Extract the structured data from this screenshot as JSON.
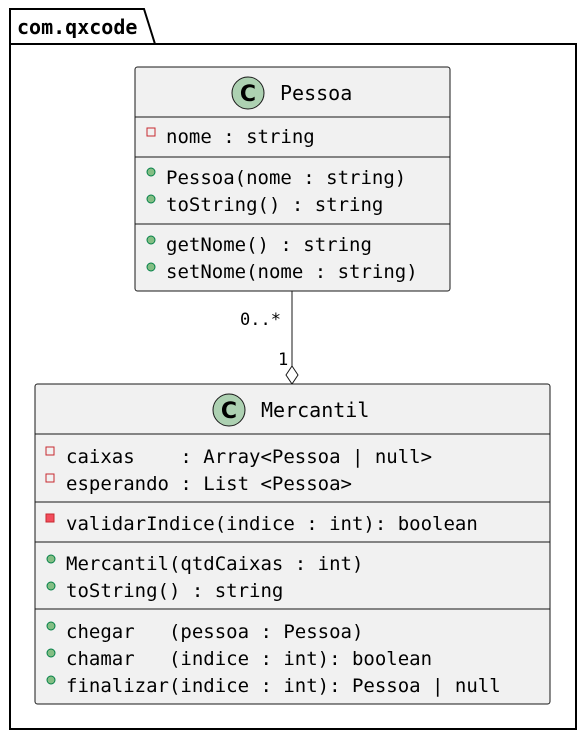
{
  "package": {
    "name": "com.qxcode"
  },
  "classes": {
    "pessoa": {
      "stereotype_letter": "C",
      "name": "Pessoa",
      "attributes": [
        {
          "visibility": "private",
          "text": "nome : string"
        }
      ],
      "constructors": [
        {
          "visibility": "public",
          "text": "Pessoa(nome : string)"
        },
        {
          "visibility": "public",
          "text": "toString() : string"
        }
      ],
      "methods": [
        {
          "visibility": "public",
          "text": "getNome() : string"
        },
        {
          "visibility": "public",
          "text": "setNome(nome : string)"
        }
      ]
    },
    "mercantil": {
      "stereotype_letter": "C",
      "name": "Mercantil",
      "attributes": [
        {
          "visibility": "private",
          "text": "caixas    : Array<Pessoa | null>"
        },
        {
          "visibility": "private",
          "text": "esperando : List <Pessoa>"
        }
      ],
      "private_methods": [
        {
          "visibility": "private",
          "text": "validarIndice(indice : int): boolean"
        }
      ],
      "constructors": [
        {
          "visibility": "public",
          "text": "Mercantil(qtdCaixas : int)"
        },
        {
          "visibility": "public",
          "text": "toString() : string"
        }
      ],
      "methods": [
        {
          "visibility": "public",
          "text": "chegar   (pessoa : Pessoa)"
        },
        {
          "visibility": "public",
          "text": "chamar   (indice : int): boolean"
        },
        {
          "visibility": "public",
          "text": "finalizar(indice : int): Pessoa | null"
        }
      ]
    }
  },
  "association": {
    "type": "aggregation",
    "source_multiplicity": "0..*",
    "target_multiplicity": "1"
  },
  "colors": {
    "class_fill": "#f1f1f1",
    "badge_fill": "#add1b2",
    "private_marker": "#c82930",
    "public_marker": "#84be84"
  }
}
